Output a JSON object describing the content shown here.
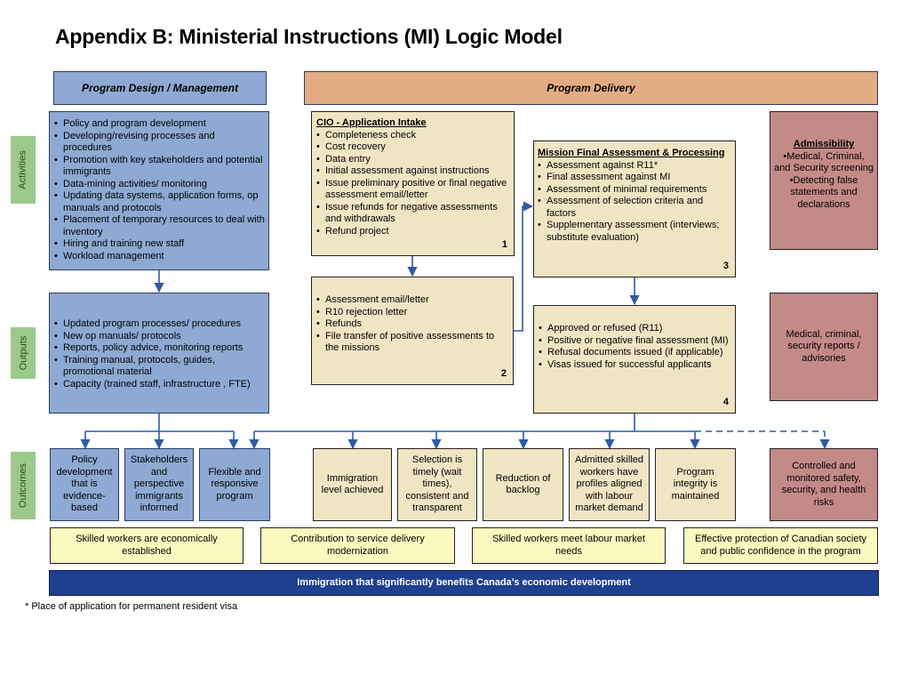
{
  "title": "Appendix B: Ministerial Instructions (MI) Logic Model",
  "headers": {
    "design": "Program Design / Management",
    "delivery": "Program Delivery"
  },
  "side_labels": {
    "activities": "Activities",
    "outputs": "Outputs",
    "outcomes": "Outcomes"
  },
  "activities": {
    "design_items": [
      "Policy and program development",
      "Developing/revising processes and procedures",
      "Promotion with key stakeholders and potential immigrants",
      "Data-mining activities/ monitoring",
      "Updating data systems, application forms, op manuals and protocols",
      "Placement of temporary resources to deal with inventory",
      "Hiring and training new staff",
      "Workload management"
    ],
    "cio": {
      "title": "CIO - Application Intake",
      "items": [
        "Completeness check",
        "Cost recovery",
        "Data entry",
        "Initial assessment against instructions",
        "Issue preliminary positive or final negative assessment email/letter",
        "Issue refunds for negative assessments and withdrawals",
        "Refund project"
      ],
      "number": "1"
    },
    "mission": {
      "title": "Mission Final Assessment & Processing",
      "items": [
        "Assessment against R11*",
        "Final assessment against MI",
        "Assessment of minimal requirements",
        "Assessment of selection criteria and factors",
        "Supplementary assessment (interviews; substitute evaluation)"
      ],
      "number": "3"
    },
    "admissibility": {
      "title": "Admissibility",
      "lines": [
        "•Medical, Criminal, and Security screening",
        "•Detecting false statements and declarations"
      ]
    }
  },
  "outputs": {
    "design_items": [
      "Updated program processes/ procedures",
      "New op manuals/ protocols",
      "Reports, policy advice, monitoring reports",
      "Training manual, protocols, guides, promotional material",
      "Capacity (trained staff, infrastructure , FTE)"
    ],
    "cio": {
      "items": [
        "Assessment email/letter",
        "R10 rejection letter",
        "Refunds",
        "File transfer of positive assessments to the missions"
      ],
      "number": "2"
    },
    "mission": {
      "items": [
        "Approved or refused (R11)",
        "Positive or negative final assessment (MI)",
        "Refusal documents issued (if applicable)",
        "Visas issued for successful applicants"
      ],
      "number": "4"
    },
    "admissibility": "Medical, criminal, security reports / advisories"
  },
  "outcomes": [
    "Policy development that is evidence-based",
    "Stakeholders and perspective immigrants informed",
    "Flexible and responsive program",
    "Immigration level achieved",
    "Selection is timely (wait times), consistent and transparent",
    "Reduction of backlog",
    "Admitted skilled workers have profiles aligned with labour market demand",
    "Program integrity is maintained",
    "Controlled and monitored safety, security, and health risks"
  ],
  "intermediate_outcomes": [
    "Skilled workers are economically established",
    "Contribution to service delivery modernization",
    "Skilled workers meet labour market needs",
    "Effective protection of Canadian society and public confidence in the program"
  ],
  "ultimate_outcome": "Immigration that significantly benefits Canada’s economic development",
  "footnote": "* Place of application for permanent resident visa",
  "colors": {
    "design_fill": "#8ea9d3",
    "delivery_header": "#e2ac84",
    "delivery_fill": "#f0e5c3",
    "admissibility_fill": "#c48a88",
    "intermediate_fill": "#fafac0",
    "ultimate_fill": "#1f3f8f",
    "side_label": "#9bc98a",
    "arrow": "#2f5aa6"
  }
}
